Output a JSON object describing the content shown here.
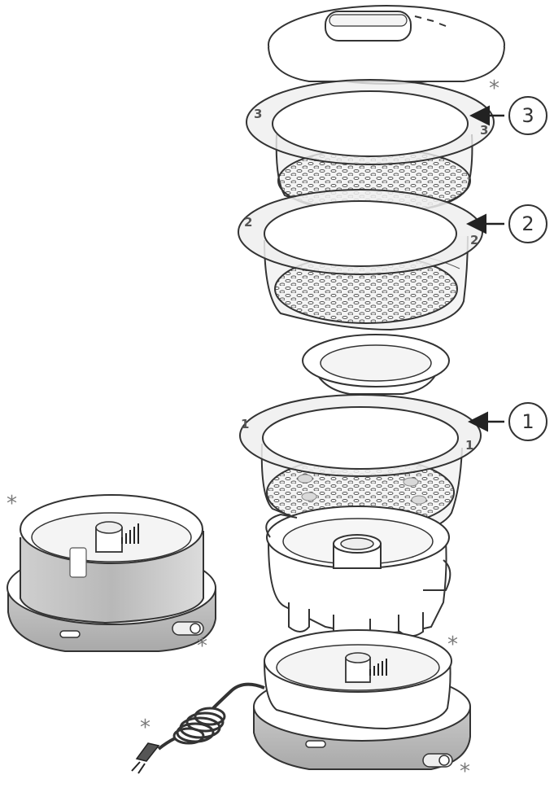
{
  "callouts": [
    {
      "id": "tier-3",
      "number": "3"
    },
    {
      "id": "tier-2",
      "number": "2"
    },
    {
      "id": "tier-1",
      "number": "1"
    }
  ],
  "tier_markings": {
    "tier3": "3",
    "tier2": "2",
    "tier1": "1"
  },
  "asterisk_symbol": "*",
  "colors": {
    "line": "#333333",
    "body_grey": "#cfcfcf",
    "dark_grey": "#8a8a8a",
    "basket_fill": "#f2f2f2"
  }
}
